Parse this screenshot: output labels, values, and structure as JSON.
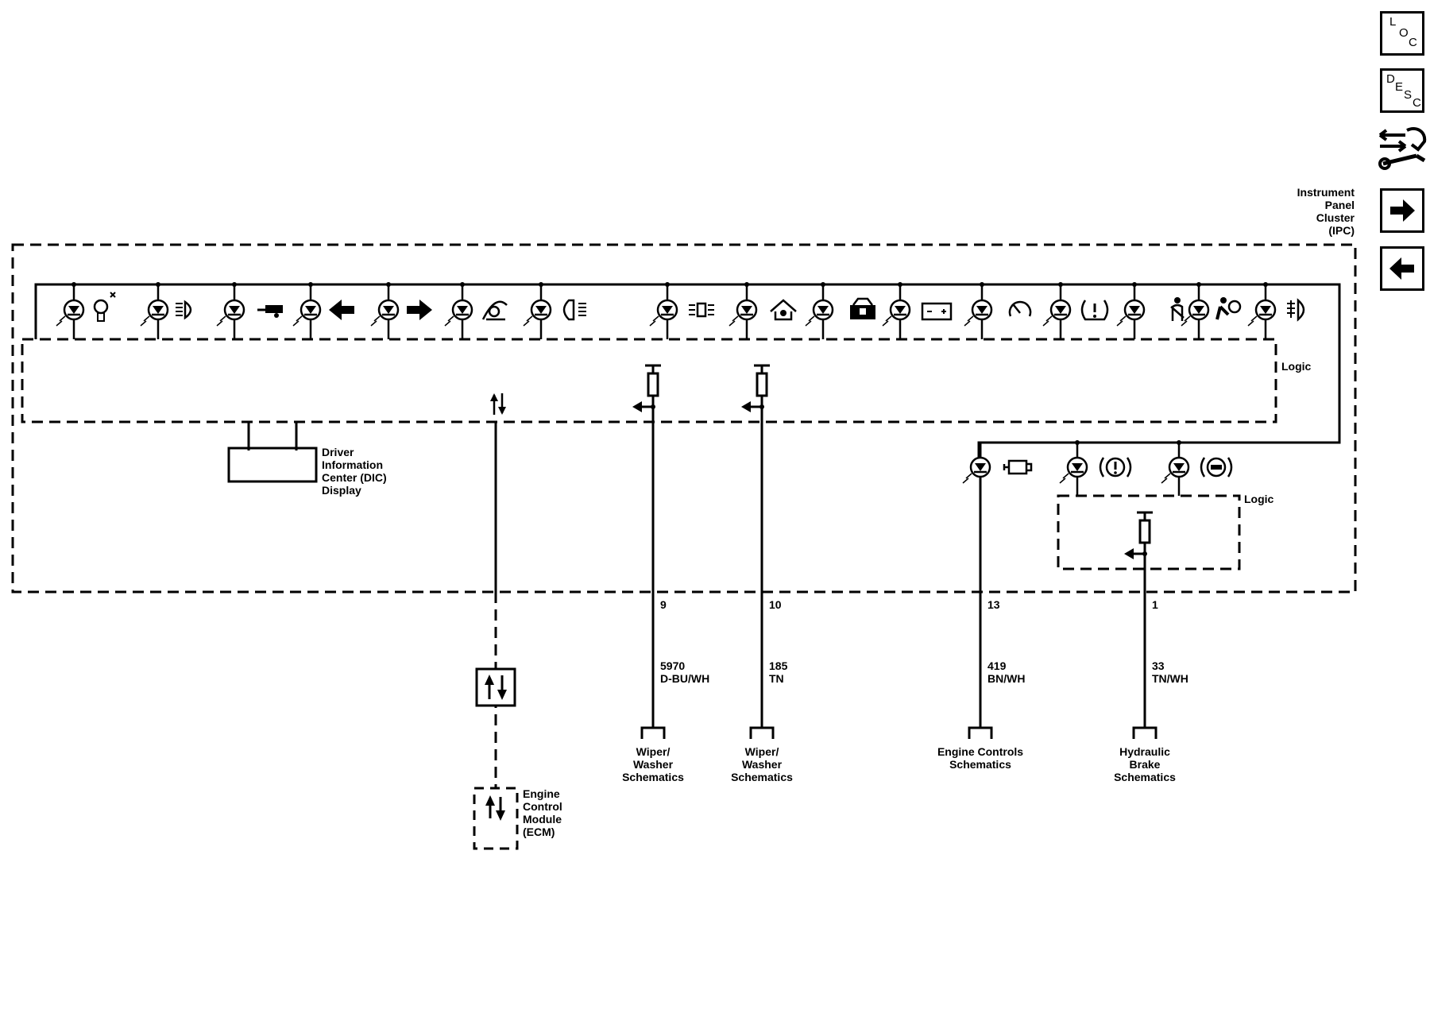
{
  "ipc_label": [
    "Instrument",
    "Panel",
    "Cluster",
    "(IPC)"
  ],
  "logic_label": "Logic",
  "logic2_label": "Logic",
  "dic_label": [
    "Driver",
    "Information",
    "Center (DIC)",
    "Display"
  ],
  "ecm_label": [
    "Engine",
    "Control",
    "Module",
    "(ECM)"
  ],
  "circuits": [
    {
      "pin": "9",
      "wire": "5970",
      "color": "D-BU/WH",
      "dest": [
        "Wiper/",
        "Washer",
        "Schematics"
      ]
    },
    {
      "pin": "10",
      "wire": "185",
      "color": "TN",
      "dest": [
        "Wiper/",
        "Washer",
        "Schematics"
      ]
    },
    {
      "pin": "13",
      "wire": "419",
      "color": "BN/WH",
      "dest": [
        "Engine Controls",
        "Schematics"
      ]
    },
    {
      "pin": "1",
      "wire": "33",
      "color": "TN/WH",
      "dest": [
        "Hydraulic",
        "Brake",
        "Schematics"
      ]
    }
  ],
  "top_indicators": [
    "bulb-out-icon",
    "headlamp-icon",
    "trailer-icon",
    "turn-left-icon",
    "turn-right-icon",
    "washer-fluid-icon",
    "park-lamp-icon",
    "daytime-running-lamp-icon",
    "hood-ajar-icon",
    "security-icon",
    "battery-icon",
    "cruise-icon",
    "tire-pressure-icon",
    "seatbelt-icon",
    "airbag-icon",
    "fog-lamp-icon"
  ],
  "lower_indicators": [
    "check-engine-icon",
    "brake-warning-icon",
    "abs-icon"
  ],
  "nav": {
    "loc": {
      "a": "L",
      "b": "O",
      "c": "C"
    },
    "desc": {
      "a": "D",
      "b": "E",
      "c": "S",
      "d": "C"
    }
  }
}
